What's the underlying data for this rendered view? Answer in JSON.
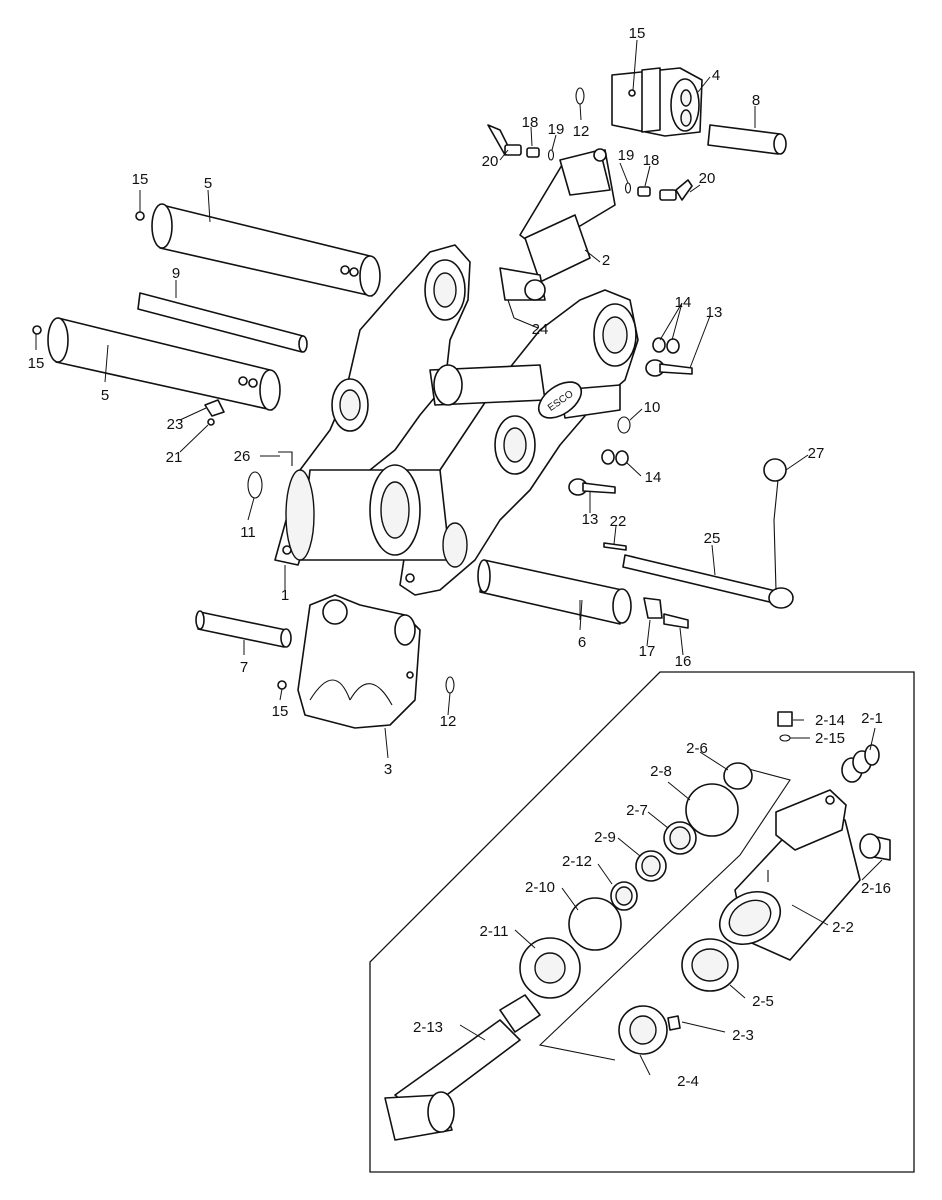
{
  "callouts": {
    "c1": "1",
    "c2": "2",
    "c3": "3",
    "c4": "4",
    "c5a": "5",
    "c5b": "5",
    "c6": "6",
    "c7": "7",
    "c8": "8",
    "c9": "9",
    "c10": "10",
    "c11": "11",
    "c12a": "12",
    "c12b": "12",
    "c13a": "13",
    "c13b": "13",
    "c14a": "14",
    "c14b": "14",
    "c15a": "15",
    "c15b": "15",
    "c15c": "15",
    "c15d": "15",
    "c16": "16",
    "c17": "17",
    "c18a": "18",
    "c18b": "18",
    "c19a": "19",
    "c19b": "19",
    "c20a": "20",
    "c20b": "20",
    "c21": "21",
    "c22": "22",
    "c23": "23",
    "c24": "24",
    "c25": "25",
    "c26": "26",
    "c27": "27"
  },
  "inset_callouts": {
    "d2_1": "2-1",
    "d2_2": "2-2",
    "d2_3": "2-3",
    "d2_4": "2-4",
    "d2_5": "2-5",
    "d2_6": "2-6",
    "d2_7": "2-7",
    "d2_8": "2-8",
    "d2_9": "2-9",
    "d2_10": "2-10",
    "d2_11": "2-11",
    "d2_12": "2-12",
    "d2_13": "2-13",
    "d2_14": "2-14",
    "d2_15": "2-15",
    "d2_16": "2-16"
  },
  "brand_plate": "ESCO"
}
